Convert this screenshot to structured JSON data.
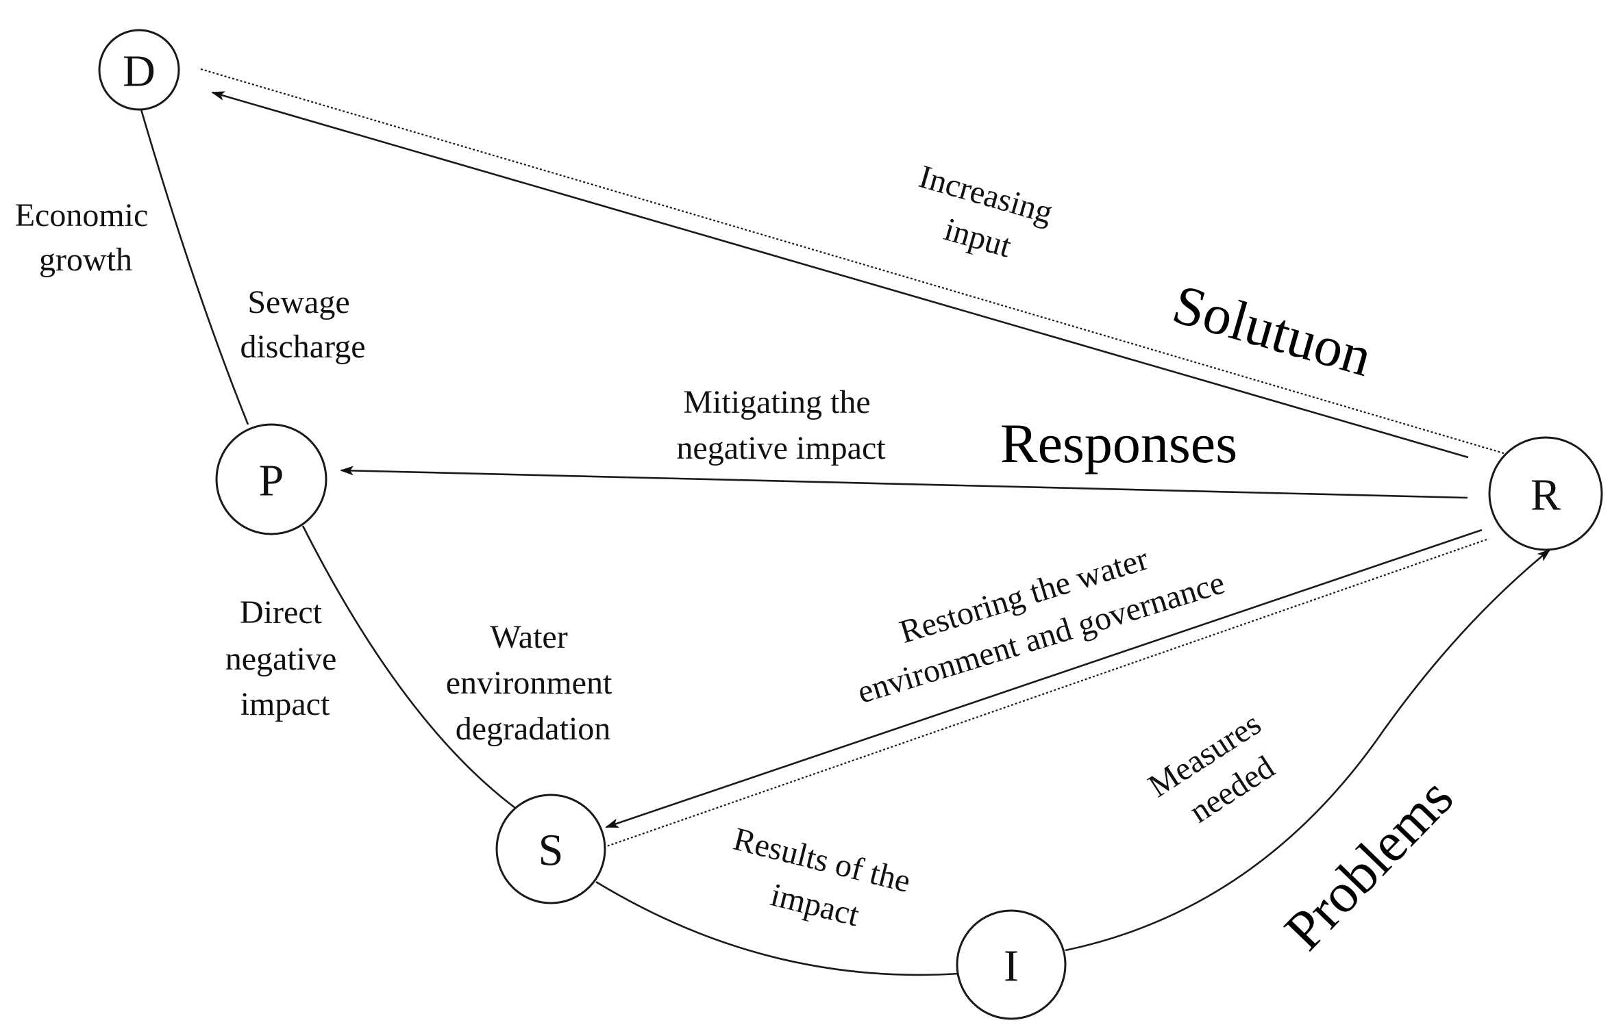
{
  "nodes": {
    "d": "D",
    "p": "P",
    "s": "S",
    "i": "I",
    "r": "R"
  },
  "edge_labels": {
    "economic_growth": [
      "Economic",
      "growth"
    ],
    "sewage_discharge": [
      "Sewage",
      "discharge"
    ],
    "direct_negative_impact": [
      "Direct",
      "negative",
      "impact"
    ],
    "water_environment_degradation": [
      "Water",
      "environment",
      "degradation"
    ],
    "results_of_the_impact": [
      "Results of the",
      "impact"
    ],
    "measures_needed": [
      "Measures",
      "needed"
    ],
    "increasing_input": [
      "Increasing",
      "input"
    ],
    "mitigating_negative_impact": [
      "Mitigating the",
      "negative impact"
    ],
    "restoring_water_environment": [
      "Restoring the water",
      "environment and governance"
    ]
  },
  "category_labels": {
    "solution": "Solutuon",
    "responses": "Responses",
    "problems": "Problems"
  },
  "colors": {
    "line": "#1a1a1a",
    "text": "#111111",
    "background": "#ffffff"
  }
}
